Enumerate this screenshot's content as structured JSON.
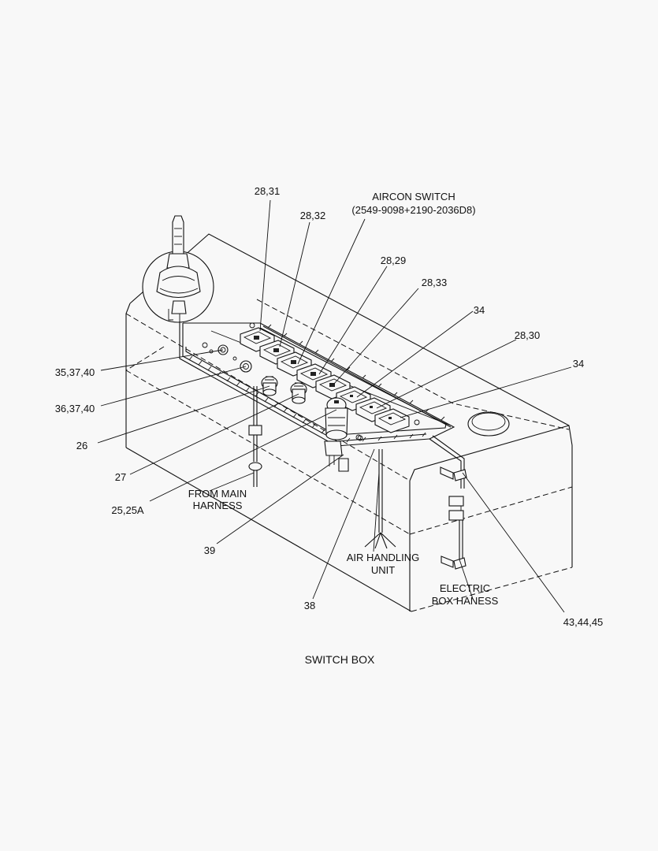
{
  "title": "SWITCH BOX",
  "callouts": {
    "c_28_31": "28,31",
    "c_28_32": "28,32",
    "aircon_switch": "AIRCON SWITCH",
    "aircon_part": "(2549-9098+2190-2036D8)",
    "c_28_29": "28,29",
    "c_28_33": "28,33",
    "c_34_a": "34",
    "c_28_30": "28,30",
    "c_34_b": "34",
    "c_35_37_40": "35,37,40",
    "c_36_37_40": "36,37,40",
    "c_26": "26",
    "c_27": "27",
    "from_main_1": "FROM MAIN",
    "from_main_2": "HARNESS",
    "c_25_25a": "25,25A",
    "c_39": "39",
    "air_handling_1": "AIR HANDLING",
    "air_handling_2": "UNIT",
    "c_38": "38",
    "electric_1": "ELECTRIC",
    "electric_2": "BOX HANESS",
    "c_43_44_45": "43,44,45"
  }
}
